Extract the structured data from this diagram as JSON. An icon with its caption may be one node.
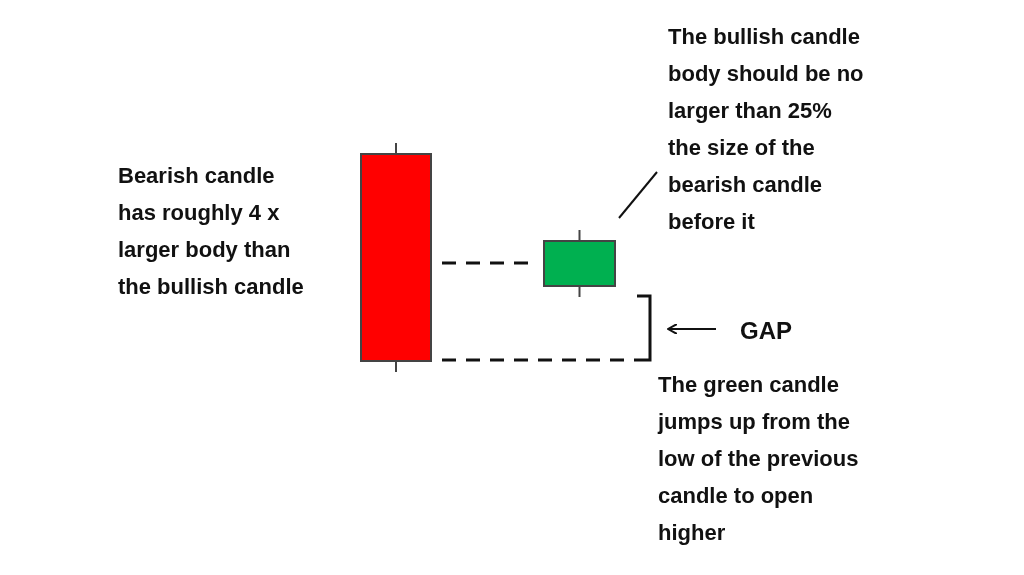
{
  "diagram": {
    "nodes": [
      {
        "text": [],
        "shape": "bar"
      },
      {
        "text": [],
        "shape": "bar"
      },
      {
        "text": [
          "The bullish candle body should be no larger than 25% the size of the bearish candle before it"
        ]
      },
      {
        "text": [],
        "shape": "bracket"
      },
      {
        "text": [
          "GAP"
        ]
      }
    ],
    "edges": [
      {
        "from": 0,
        "to": 1,
        "arrow": "none",
        "style": "dashed"
      },
      {
        "from": 2,
        "to": 1,
        "arrow": "none"
      },
      {
        "from": 0,
        "to": 3,
        "arrow": "none",
        "style": "dashed"
      },
      {
        "from": 4,
        "to": 3,
        "arrow": "to"
      }
    ],
    "labels": [
      "Bearish candle has roughly 4 x larger body than the bullish candle",
      "The green candle jumps up from the low of the previous candle to open higher"
    ]
  }
}
